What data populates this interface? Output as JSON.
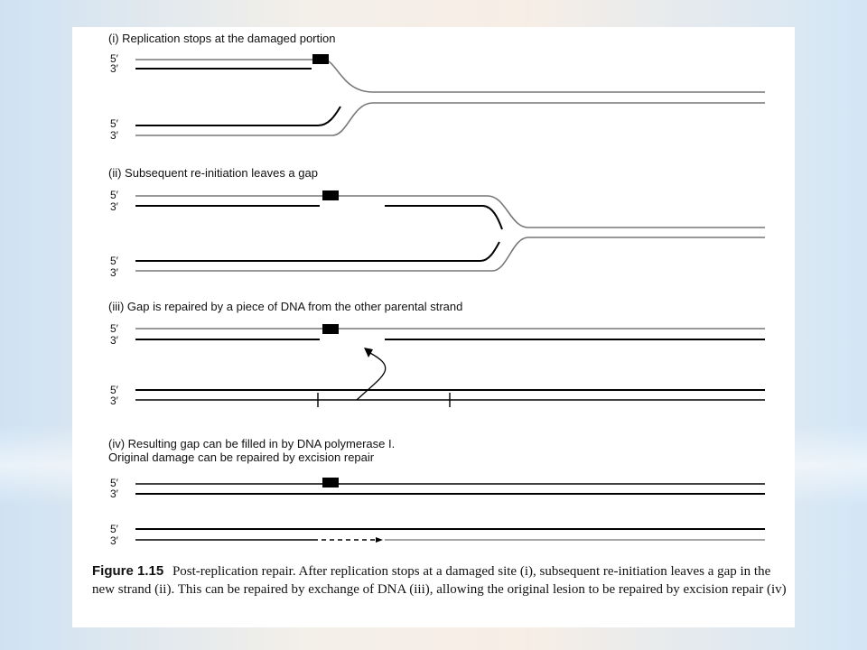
{
  "panels": [
    {
      "heading": "(i) Replication stops at the damaged portion"
    },
    {
      "heading": "(ii) Subsequent re-initiation leaves a gap"
    },
    {
      "heading": "(iii) Gap is repaired by a piece of DNA from the other parental strand"
    },
    {
      "heading_line1": "(iv) Resulting gap can be filled in by DNA polymerase I.",
      "heading_line2": "Original damage can be repaired by excision repair"
    }
  ],
  "strand_labels": {
    "five": "5′",
    "three": "3′"
  },
  "caption": {
    "figure_label": "Figure 1.15",
    "text": "Post-replication repair. After replication stops at a damaged site (i), subsequent re-initiation leaves a gap in the new strand (ii). This can be repaired by exchange of DNA (iii), allowing the original lesion to be repaired by excision repair (iv)"
  }
}
